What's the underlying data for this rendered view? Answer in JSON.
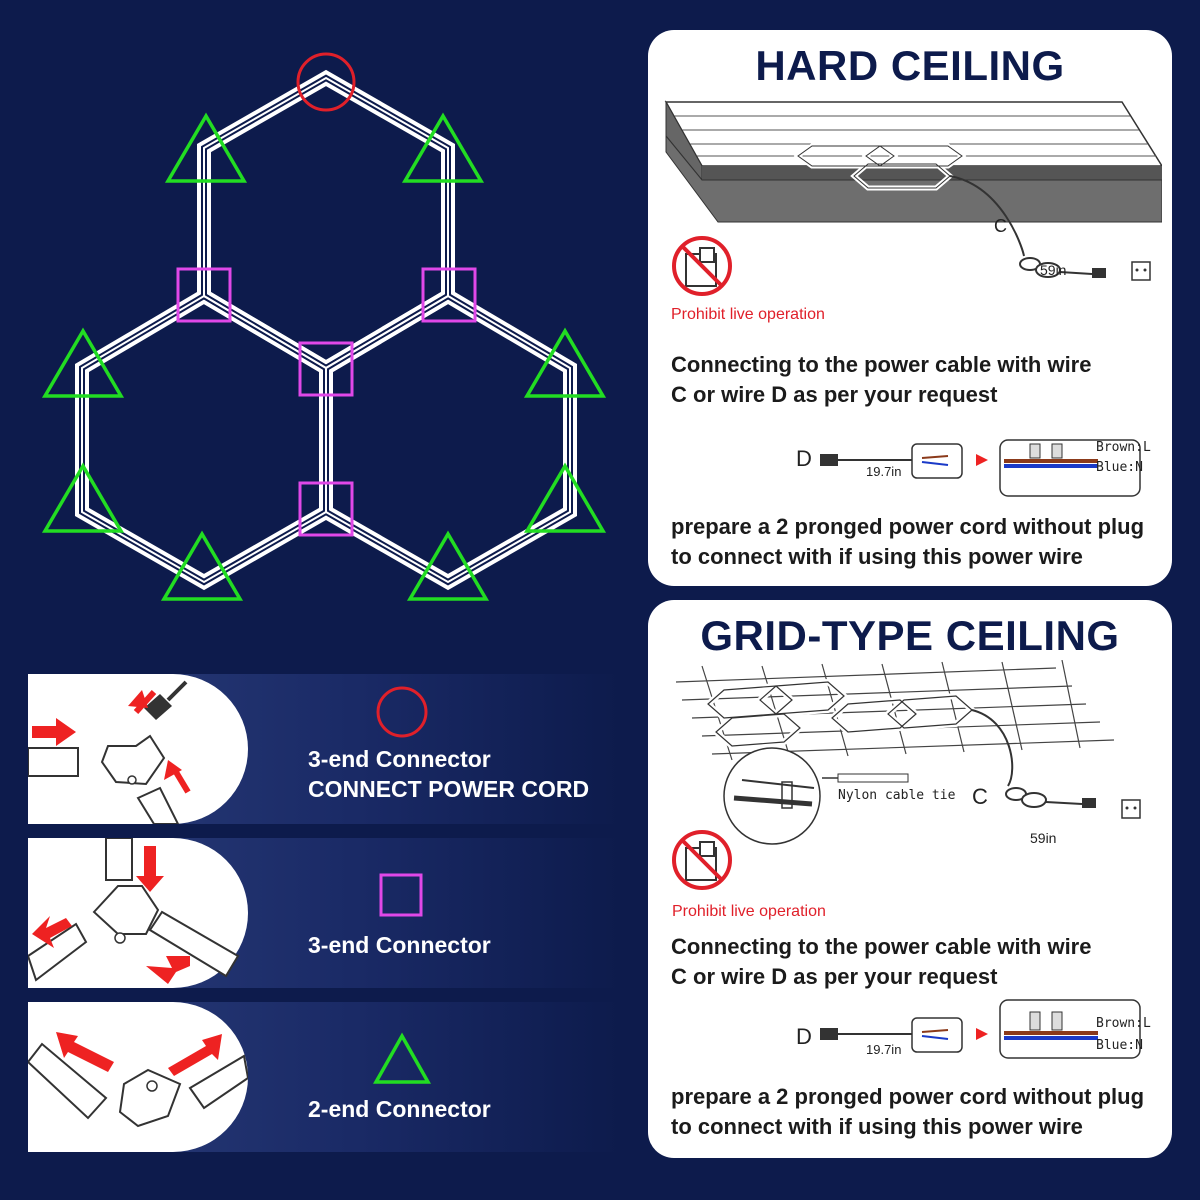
{
  "colors": {
    "background": "#0d1b4c",
    "power_connector": "#e0202a",
    "three_end_connector": "#e048e8",
    "two_end_connector": "#22dd22",
    "title_text": "#0d1b4c",
    "warning_text": "#e0202a",
    "arrow": "#ee2222"
  },
  "hard_ceiling": {
    "title": "HARD CEILING",
    "wire_c_label": "C",
    "wire_c_length": "59in",
    "prohibit_text": "Prohibit live operation",
    "connect_line1": "Connecting to the power cable with wire",
    "connect_line2": "C or wire D as per your request",
    "wire_d_label": "D",
    "wire_d_length": "19.7in",
    "brown_label": "Brown:L",
    "blue_label": "Blue:N",
    "prepare_line1": "prepare a 2 pronged power cord without plug",
    "prepare_line2": "to connect with if using this power wire"
  },
  "grid_ceiling": {
    "title": "GRID-TYPE CEILING",
    "nylon_label": "Nylon cable tie",
    "wire_c_label": "C",
    "wire_c_length": "59in",
    "prohibit_text": "Prohibit live operation",
    "connect_line1": "Connecting to the power cable with wire",
    "connect_line2": "C or wire D as per your request",
    "wire_d_label": "D",
    "wire_d_length": "19.7in",
    "brown_label": "Brown:L",
    "blue_label": "Blue:N",
    "prepare_line1": "prepare a 2 pronged power cord without plug",
    "prepare_line2": "to connect with if using this power wire"
  },
  "legend": [
    {
      "shape": "circle-icon",
      "line1": "3-end Connector",
      "line2": "CONNECT POWER CORD"
    },
    {
      "shape": "square-icon",
      "line1": "3-end Connector",
      "line2": ""
    },
    {
      "shape": "triangle-icon",
      "line1": "2-end Connector",
      "line2": ""
    }
  ]
}
